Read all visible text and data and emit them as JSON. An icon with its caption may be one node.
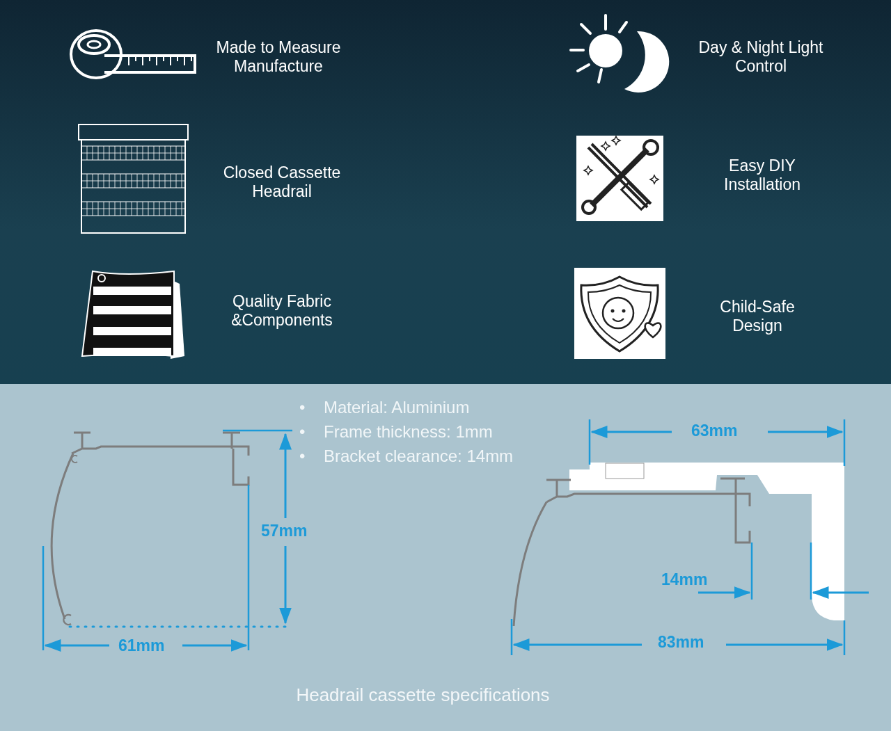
{
  "diagram": {
    "caption": "Headrail cassette specifications",
    "labels": [
      "Made to Measure Manufacture",
      "Day & Night Light Control",
      "Closed Cassette Headrail",
      "Easy DIY Installation",
      "Quality Fabric &Components",
      "Child-Safe Design",
      "•",
      "Material: Aluminium",
      "•",
      "Frame thickness: 1mm",
      "•",
      "Bracket clearance: 14mm",
      "57mm",
      "63mm",
      "14mm",
      "61mm",
      "83mm"
    ]
  }
}
